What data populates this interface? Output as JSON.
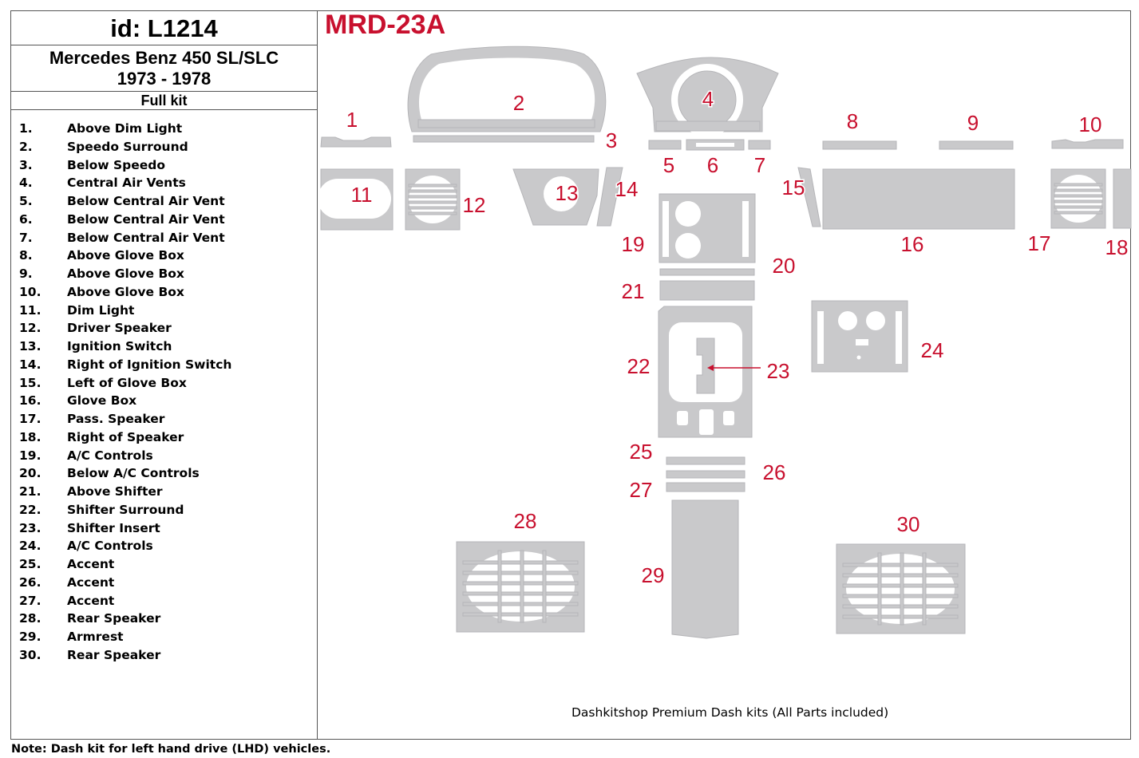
{
  "kit_id": "id: L1214",
  "model_name": "Mercedes Benz 450 SL/SLC",
  "model_years": "1973 - 1978",
  "kit_type": "Full kit",
  "mrd_code": "MRD-23A",
  "parts": [
    {
      "num": "1.",
      "name": "Above Dim Light"
    },
    {
      "num": "2.",
      "name": "Speedo Surround"
    },
    {
      "num": "3.",
      "name": "Below Speedo"
    },
    {
      "num": "4.",
      "name": "Central Air Vents"
    },
    {
      "num": "5.",
      "name": "Below Central Air Vent"
    },
    {
      "num": "6.",
      "name": "Below Central Air Vent"
    },
    {
      "num": "7.",
      "name": "Below Central Air Vent"
    },
    {
      "num": "8.",
      "name": "Above Glove Box"
    },
    {
      "num": "9.",
      "name": "Above Glove Box"
    },
    {
      "num": "10.",
      "name": "Above Glove Box"
    },
    {
      "num": "11.",
      "name": "Dim Light"
    },
    {
      "num": "12.",
      "name": "Driver Speaker"
    },
    {
      "num": "13.",
      "name": "Ignition Switch"
    },
    {
      "num": "14.",
      "name": "Right of Ignition Switch"
    },
    {
      "num": "15.",
      "name": "Left of Glove Box"
    },
    {
      "num": "16.",
      "name": "Glove Box"
    },
    {
      "num": "17.",
      "name": "Pass. Speaker"
    },
    {
      "num": "18.",
      "name": "Right of Speaker"
    },
    {
      "num": "19.",
      "name": "A/C Controls"
    },
    {
      "num": "20.",
      "name": "Below A/C Controls"
    },
    {
      "num": "21.",
      "name": "Above Shifter"
    },
    {
      "num": "22.",
      "name": "Shifter Surround"
    },
    {
      "num": "23.",
      "name": "Shifter Insert"
    },
    {
      "num": "24.",
      "name": "A/C Controls"
    },
    {
      "num": "25.",
      "name": "Accent"
    },
    {
      "num": "26.",
      "name": "Accent"
    },
    {
      "num": "27.",
      "name": "Accent"
    },
    {
      "num": "28.",
      "name": "Rear Speaker"
    },
    {
      "num": "29.",
      "name": "Armrest"
    },
    {
      "num": "30.",
      "name": "Rear Speaker"
    }
  ],
  "diagram_labels": [
    "1",
    "2",
    "3",
    "4",
    "5",
    "6",
    "7",
    "8",
    "9",
    "10",
    "11",
    "12",
    "13",
    "14",
    "15",
    "16",
    "17",
    "18",
    "19",
    "20",
    "21",
    "22",
    "23",
    "24",
    "25",
    "26",
    "27",
    "28",
    "29",
    "30"
  ],
  "caption": "Dashkitshop Premium Dash kits (All Parts included)",
  "note": "Note: Dash kit for left hand drive (LHD)  vehicles.",
  "colors": {
    "label_red": "#c8102e",
    "part_gray": "#c9c9cb"
  }
}
